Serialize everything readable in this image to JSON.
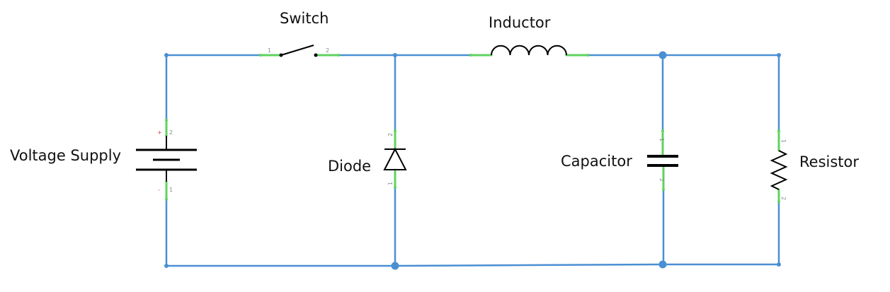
{
  "colors": {
    "wire": "#4a8fd3",
    "lead": "#5fd35f",
    "symbol": "#000000",
    "text": "#111111",
    "pin_text": "#8a8a8a",
    "plus": "#d04040"
  },
  "components": {
    "voltage_supply": {
      "label": "Voltage Supply",
      "pin_top": "2",
      "pin_bottom": "1",
      "plus": "+",
      "minus": "-"
    },
    "switch": {
      "label": "Switch",
      "pin_left": "1",
      "pin_right": "2"
    },
    "inductor": {
      "label": "Inductor"
    },
    "diode": {
      "label": "Diode",
      "pin_top": "2",
      "pin_bottom": "1"
    },
    "capacitor": {
      "label": "Capacitor",
      "pin_top": "1",
      "pin_bottom": "2"
    },
    "resistor": {
      "label": "Resistor",
      "pin_top": "1",
      "pin_bottom": "2"
    }
  }
}
